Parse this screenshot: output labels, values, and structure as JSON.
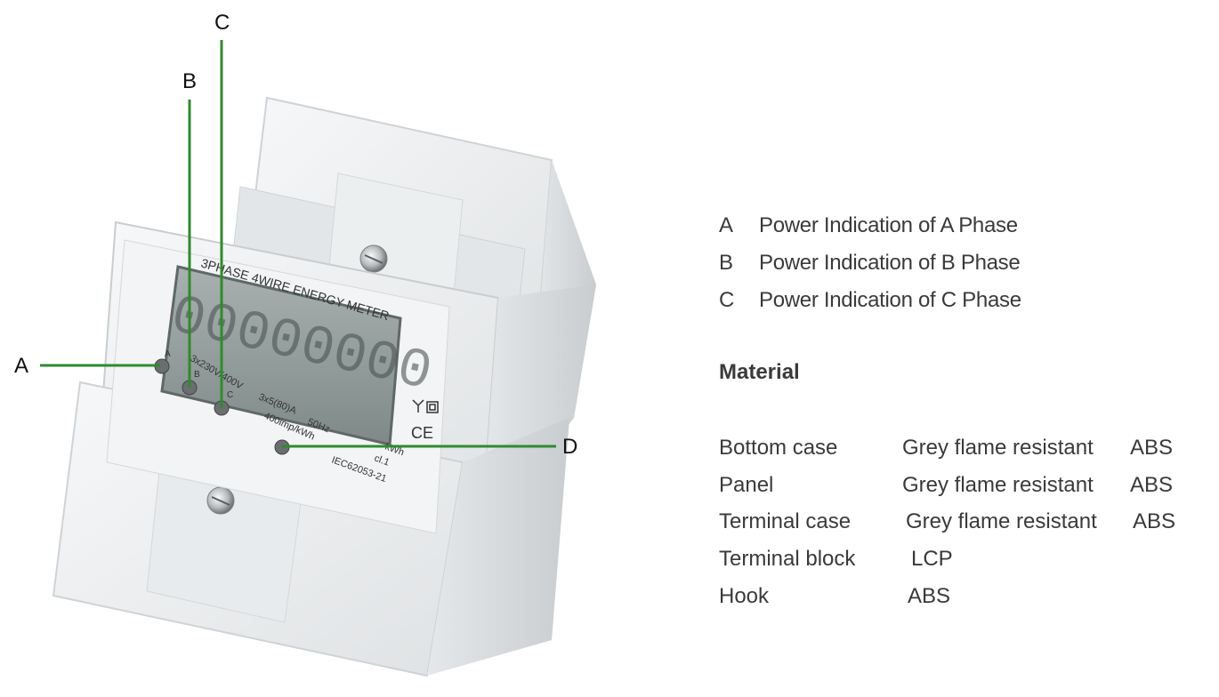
{
  "callouts": {
    "A": "A",
    "B": "B",
    "C": "C",
    "D": "D"
  },
  "meter": {
    "title": "3PHASE 4WIRE ENERGY METER",
    "voltage": "3x230V/400V",
    "current": "3x5(80)A",
    "frequency": "50Hz",
    "impulse": "400imp/kWh",
    "unit": "kWh",
    "class": "cl.1",
    "standard": "IEC62053-21",
    "led_a": "A",
    "led_b": "B",
    "led_c": "C",
    "ce_mark": "CE",
    "lcd_digits": "00000000"
  },
  "legend": [
    {
      "key": "A",
      "text": "Power Indication of A Phase"
    },
    {
      "key": "B",
      "text": "Power Indication of B Phase"
    },
    {
      "key": "C",
      "text": "Power Indication of C Phase"
    }
  ],
  "material": {
    "heading": "Material",
    "rows": [
      {
        "part": "Bottom case",
        "desc": "Grey flame resistant",
        "mat": "ABS"
      },
      {
        "part": "Panel",
        "desc": "Grey flame resistant",
        "mat": "ABS"
      },
      {
        "part": "Terminal case",
        "desc": "Grey flame resistant",
        "mat": "ABS"
      },
      {
        "part": "Terminal block",
        "desc": "",
        "mat": "LCP"
      },
      {
        "part": "Hook",
        "desc": "",
        "mat": "ABS"
      }
    ]
  },
  "colors": {
    "callout_line": "#2e8b2e",
    "body": "#eef0f1",
    "lcd": "#8f9a98"
  }
}
